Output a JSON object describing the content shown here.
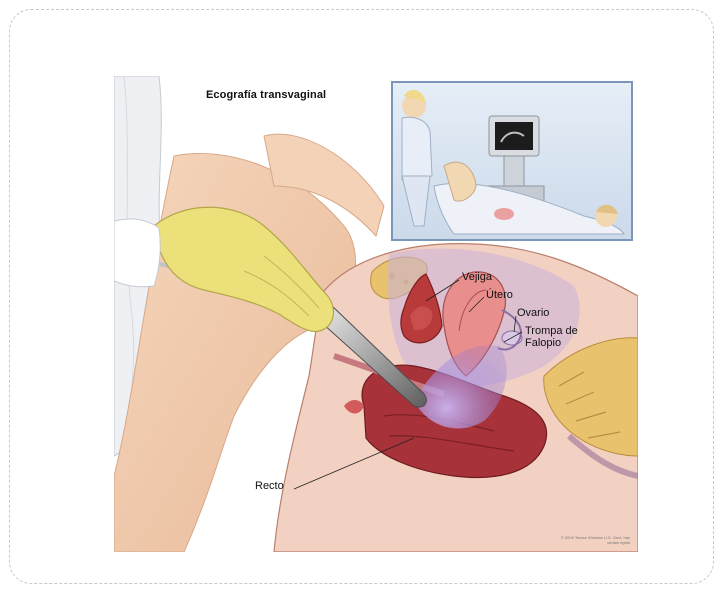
{
  "illustration": {
    "title": "Ecografía transvaginal",
    "labels": {
      "vejiga": "Vejiga",
      "utero": "Útero",
      "ovario": "Ovario",
      "trompa": "Trompa de Falopio",
      "recto": "Recto"
    },
    "copyright": "© 2009 Terese Winslow U.S. Govt. has certain rights"
  },
  "colors": {
    "glove": "#ebe07a",
    "skin": "#f2ccb0",
    "uterus": "#e88e8c",
    "bladder": "#b83a3a",
    "bone": "#e9c26d",
    "inset_frame": "#7a96b8",
    "probe_beam": "#a98ed8"
  }
}
